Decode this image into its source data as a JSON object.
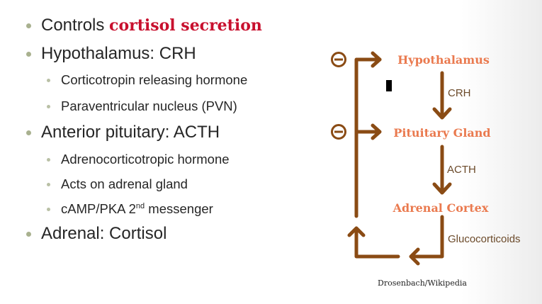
{
  "bullets": [
    {
      "level": 1,
      "text": "Controls ",
      "highlight": "cortisol secretion"
    },
    {
      "level": 1,
      "text": "Hypothalamus: CRH"
    },
    {
      "level": 2,
      "text": "Corticotropin releasing hormone"
    },
    {
      "level": 2,
      "text": "Paraventricular nucleus (PVN)"
    },
    {
      "level": 1,
      "text": "Anterior pituitary: ACTH"
    },
    {
      "level": 2,
      "text": "Adrenocorticotropic hormone"
    },
    {
      "level": 2,
      "text": "Acts on adrenal gland"
    },
    {
      "level": 2,
      "text": "cAMP/PKA 2",
      "sup": "nd",
      "after": " messenger"
    },
    {
      "level": 1,
      "text": "Adrenal: Cortisol"
    }
  ],
  "diagram": {
    "nodes": [
      "Hypothalamus",
      "Pituitary Gland",
      "Adrenal Cortex"
    ],
    "hormones": [
      "CRH",
      "ACTH",
      "Glucocorticoids"
    ],
    "inhibit_symbol": "⊖",
    "credit": "Drosenbach/Wikipedia",
    "colors": {
      "arrow": "#8a4b14",
      "node": "#ea7a4f",
      "highlight": "#c8102e"
    }
  }
}
